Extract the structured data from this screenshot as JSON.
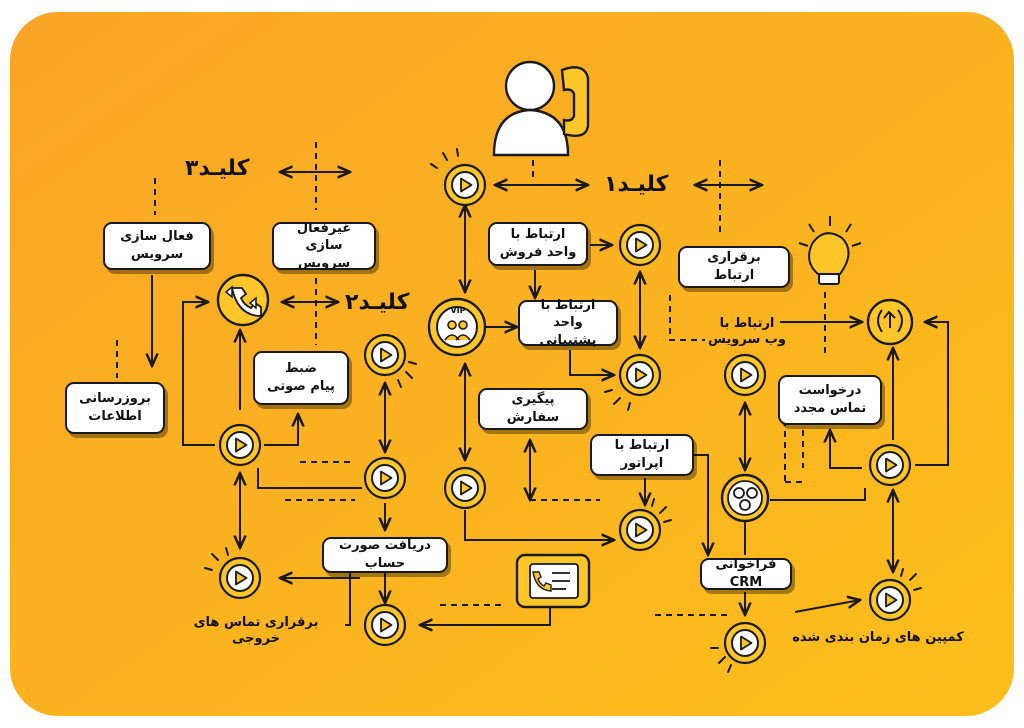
{
  "colors": {
    "background_start": "#F9A526",
    "background_end": "#FDBF1B",
    "accent_yellow": "#FFC629",
    "stroke": "#1a1a1a",
    "box_fill": "#ffffff"
  },
  "keys": {
    "key1": "کلیـد۱",
    "key2": "کلیـد۲",
    "key3": "کلیـد۳"
  },
  "boxes": {
    "activate_service": "فعال سازی\nسرویس",
    "deactivate_service": "غیرفعال سازی\nسرویس",
    "update_info": "بروزرسانی\nاطلاعات",
    "record_voice": "ضبط\nپیام صوتی",
    "sales_unit": "ارتباط با\nواحد فروش",
    "support_unit": "ارتباط با\nواحد پشتیبانی",
    "order_tracking": "پیگیری سفارش",
    "operator": "ارتباط با اپراتور",
    "invoice": "دریافت صورت حساب",
    "call_connect": "برقراری ارتباط",
    "callback_request": "درخواست\nتماس مجدد",
    "crm_call": "فراخوانی CRM"
  },
  "labels": {
    "outgoing_calls": "برقراری تماس های خروجی",
    "web_service": "ارتباط با\nوب سرویس",
    "scheduled_campaigns": "کمپین های زمان بندی شده",
    "vip": "VIP"
  },
  "icons": [
    "caller-icon",
    "play-button-icon",
    "vip-users-icon",
    "call-forward-icon",
    "lightbulb-icon",
    "web-service-icon",
    "gear-cluster-icon",
    "phone-card-icon"
  ]
}
